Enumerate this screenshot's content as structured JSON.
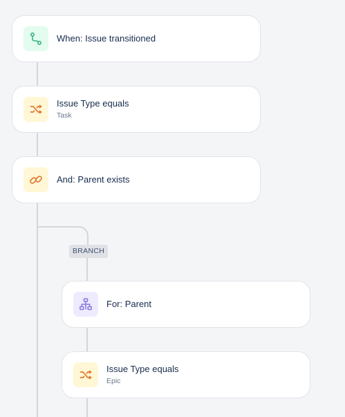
{
  "colors": {
    "background": "#f4f5f7",
    "connector": "#d4d6da",
    "trigger_icon_bg": "#e3fcef",
    "trigger_icon": "#36b37e",
    "condition_icon_bg": "#fff7d6",
    "condition_icon": "#e2792e",
    "branch_icon_bg": "#efebff",
    "branch_icon": "#8777d9"
  },
  "flow": {
    "trigger": {
      "title": "When: Issue transitioned",
      "icon": "transition-path-icon"
    },
    "condition_issue_type": {
      "title": "Issue Type equals",
      "subtitle": "Task",
      "icon": "shuffle-icon"
    },
    "condition_parent": {
      "title": "And: Parent exists",
      "icon": "link-icon"
    },
    "branch": {
      "badge": "BRANCH",
      "for_parent": {
        "title": "For: Parent",
        "icon": "hierarchy-icon"
      },
      "condition_issue_type": {
        "title": "Issue Type equals",
        "subtitle": "Epic",
        "icon": "shuffle-icon"
      }
    }
  }
}
